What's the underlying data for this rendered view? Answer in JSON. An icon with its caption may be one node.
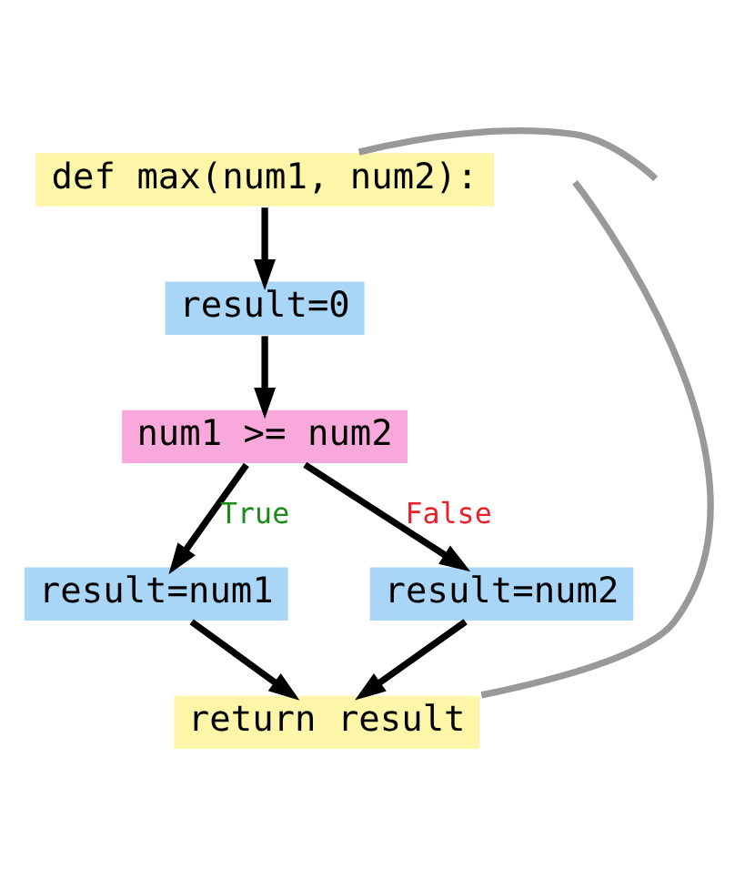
{
  "diagram": {
    "nodes": [
      {
        "text": [
          "def max(num1, num2):"
        ]
      },
      {
        "text": [
          "result=0"
        ]
      },
      {
        "text": [
          "num1 >= num2"
        ]
      },
      {
        "text": [
          "result=num1"
        ]
      },
      {
        "text": [
          "result=num2"
        ]
      },
      {
        "text": [
          "return result"
        ]
      }
    ],
    "edges": [
      {
        "from": null,
        "to": 0,
        "arrow": "none",
        "color": "#999999"
      },
      {
        "from": 0,
        "to": 1,
        "arrow": "to"
      },
      {
        "from": 1,
        "to": 2,
        "arrow": "to"
      },
      {
        "from": 2,
        "to": 3,
        "arrow": "to",
        "label": "True"
      },
      {
        "from": 2,
        "to": 4,
        "arrow": "to",
        "label": "False"
      },
      {
        "from": 3,
        "to": 5,
        "arrow": "to"
      },
      {
        "from": 4,
        "to": 5,
        "arrow": "to"
      },
      {
        "from": null,
        "to": 5,
        "arrow": "none",
        "color": "#999999"
      }
    ]
  }
}
